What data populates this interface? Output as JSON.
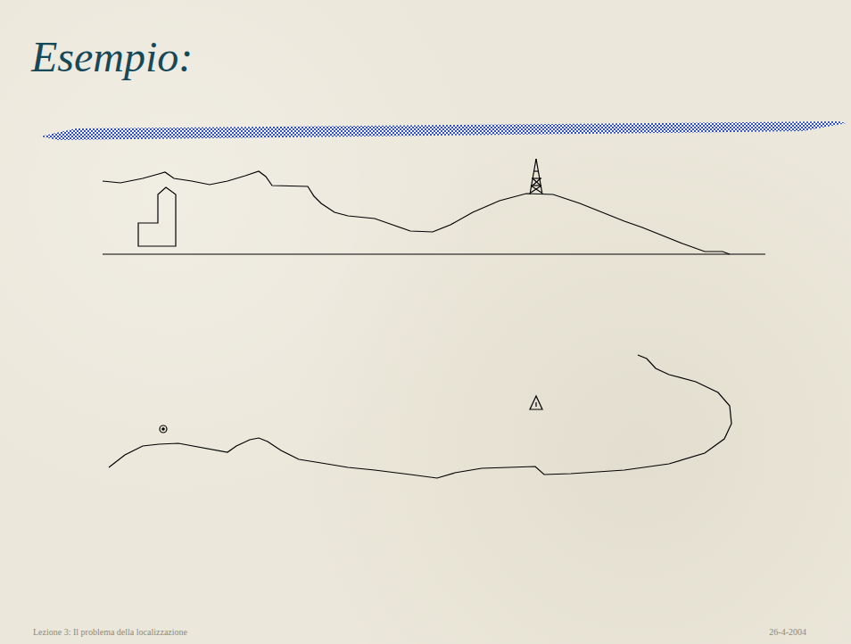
{
  "diagram": {
    "title": "Esempio:",
    "labels": [
      "Lezione 3: Il problema della localizzazione",
      "26-4-2004"
    ]
  }
}
